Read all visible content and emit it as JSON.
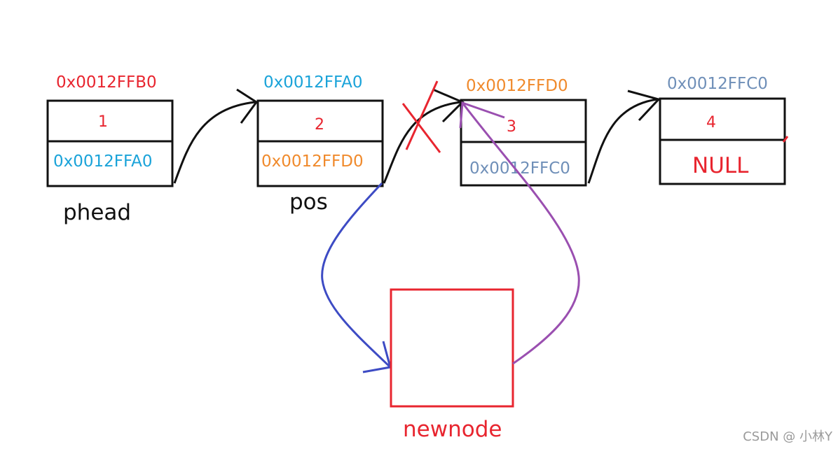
{
  "nodes": [
    {
      "address": "0x0012FFB0",
      "value": "1",
      "next": "0x0012FFA0",
      "label": "phead"
    },
    {
      "address": "0x0012FFA0",
      "value": "2",
      "next": "0x0012FFD0",
      "label": "pos"
    },
    {
      "address": "0x0012FFD0",
      "value": "3",
      "next": "0x0012FFC0",
      "label": ""
    },
    {
      "address": "0x0012FFC0",
      "value": "4",
      "next": "NULL",
      "label": ""
    }
  ],
  "newnode": {
    "label": "newnode"
  },
  "watermark": "CSDN @ 小林Y",
  "colors": {
    "red": "#e8252f",
    "cyan": "#1aa3d9",
    "orange": "#f08a2c",
    "slate": "#6f8fb8",
    "blue": "#3d4bc4",
    "purple": "#9a4fb0",
    "black": "#111111",
    "gray": "#9a9a9a"
  }
}
